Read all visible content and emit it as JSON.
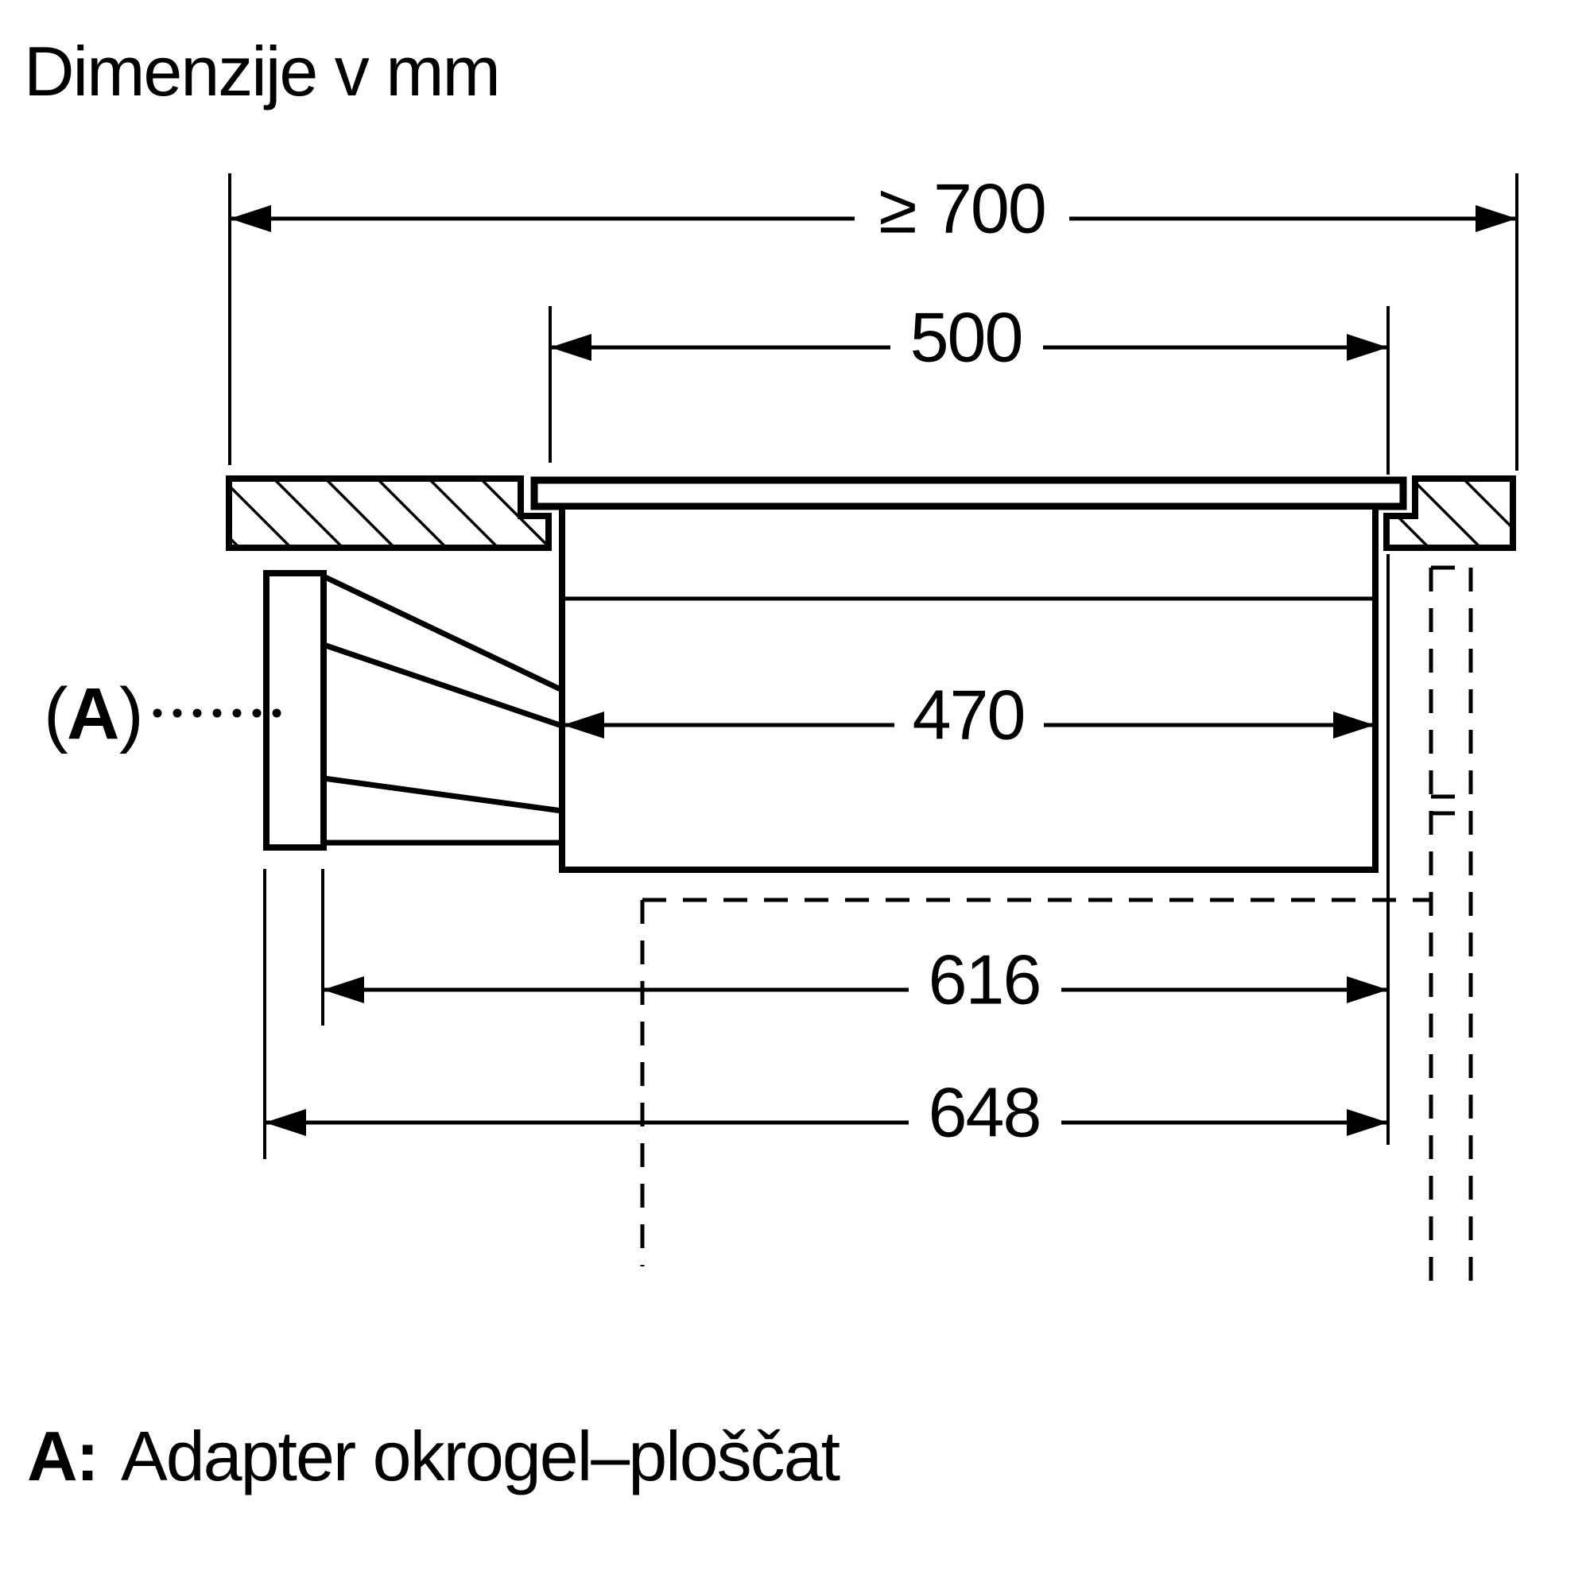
{
  "title": "Dimenzije v mm",
  "legend": {
    "key": "A:",
    "value": "Adapter okrogel–ploščat"
  },
  "callout": {
    "open": "(",
    "letter": "A",
    "close": ")"
  },
  "dimensions": {
    "worktop_min_depth": {
      "label": "≥ 700"
    },
    "cutout_width": {
      "label": "500"
    },
    "body_width": {
      "label": "470"
    },
    "depth_to_adapter_front": {
      "label": "616"
    },
    "depth_overall": {
      "label": "648"
    }
  },
  "colors": {
    "ink": "#000000",
    "background": "#ffffff"
  }
}
